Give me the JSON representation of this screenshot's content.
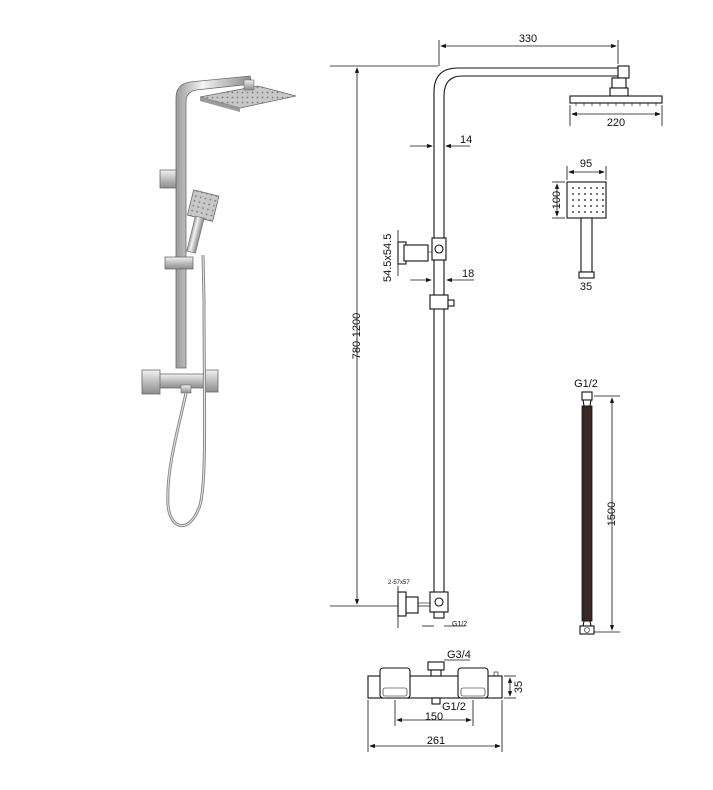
{
  "product_view": {
    "icon": "shower-column-photo"
  },
  "dimensions": {
    "arm_length": "330",
    "head_width": "220",
    "pipe_diameter": "14",
    "bracket_size": "54.5x54.5",
    "slider_width": "18",
    "height_range": "780-1200",
    "handshower_width": "95",
    "handshower_height": "100",
    "handle_diameter": "35",
    "hose_connector": "G1/2",
    "hose_length": "1500",
    "wall_flange": "2-57x57",
    "outlet_connector": "G1/2",
    "valve_top_connector": "G3/4",
    "valve_bottom_connector": "G1/2",
    "valve_depth": "35",
    "valve_centers": "150",
    "valve_width": "261"
  }
}
